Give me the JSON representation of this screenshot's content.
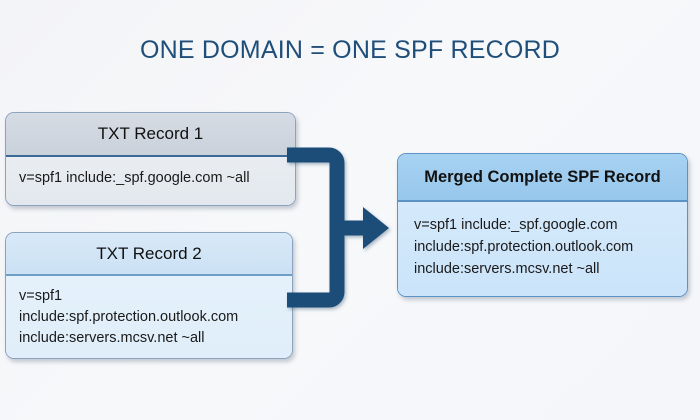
{
  "title": "ONE DOMAIN = ONE SPF RECORD",
  "colors": {
    "title": "#1f4e79",
    "arrow": "#1f4e79",
    "card1_header": "#ccd3dc",
    "card2_header": "#cfe4f5",
    "merged_header": "#9fcbee",
    "background": "#f5f6f8"
  },
  "records": {
    "txt_record_1": {
      "header": "TXT Record 1",
      "body": "v=spf1 include:_spf.google.com ~all"
    },
    "txt_record_2": {
      "header": "TXT Record 2",
      "body": "v=spf1\ninclude:spf.protection.outlook.com\ninclude:servers.mcsv.net ~all"
    },
    "merged_record": {
      "header": "Merged Complete SPF Record",
      "body": "v=spf1 include:_spf.google.com\ninclude:spf.protection.outlook.com\ninclude:servers.mcsv.net ~all"
    }
  },
  "arrow": {
    "label": "merge-arrow"
  }
}
